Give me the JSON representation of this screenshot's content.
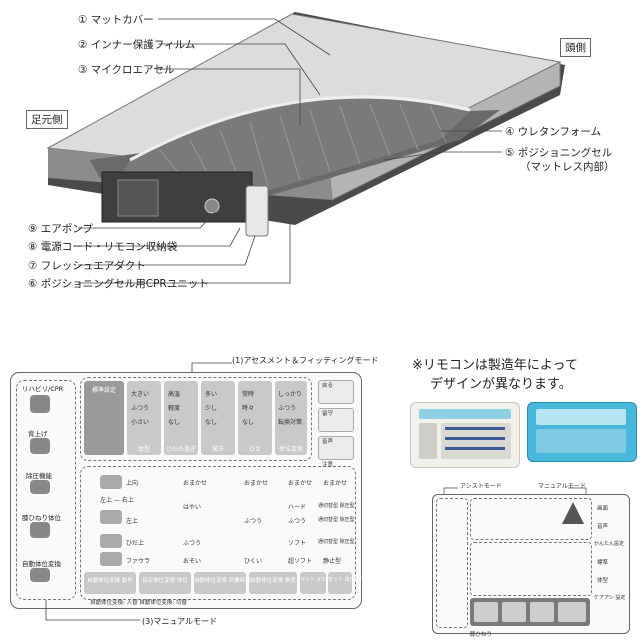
{
  "mattress": {
    "side_head": "頭側",
    "side_foot": "足元側",
    "labels": [
      "① マットカバー",
      "② インナー保護フィルム",
      "③ マイクロエアセル",
      "④ ウレタンフォーム",
      "⑤ ポジショニングセル",
      "（マットレス内部）",
      "⑨ エアポンプ",
      "⑧ 電源コード・リモコン収納袋",
      "⑦ フレッシュエアダクト",
      "⑥ ポジショニングセル用CPRユニット"
    ]
  },
  "remote_diagram": {
    "callout_top": "(1)アセスメント＆フィッティングモード",
    "callout_bottom": "(3)マニュアルモード",
    "left_column": [
      "リハビリ/CPR",
      "背上げ",
      "除圧機能",
      "膝ひねり体位",
      "自動体位変換"
    ],
    "assessment_head": [
      "標準設定",
      "体型",
      "ひだの過ぎ",
      "発汗",
      "ひえ",
      "体位変換"
    ],
    "assessment_rows": [
      [
        "大きい",
        "高温",
        "多い",
        "常時",
        "しっかり"
      ],
      [
        "ふつう",
        "軽度",
        "少し",
        "時々",
        "ふつう"
      ],
      [
        "小さい",
        "なし",
        "なし",
        "なし",
        "転換対策"
      ]
    ],
    "manual_rows": [
      [
        "上向",
        "おまかせ",
        "おまかせ",
        "おまかせ",
        "おまかせ"
      ],
      [
        "左上 — 右上",
        "はやい",
        "",
        "ハード",
        "通切替型 除圧型"
      ],
      [
        "左上",
        "",
        "ふつう",
        "ふつう",
        "通切替型 除圧型"
      ],
      [
        "ひだ上",
        "ふつう",
        "",
        "ソフト",
        "通切替型 除圧型"
      ],
      [
        "ファウラ",
        "おそい",
        "ひくい",
        "超ソフト",
        "静止型"
      ]
    ],
    "manual_footer": [
      "自動体位変換 動作",
      "指定体位変換 体位",
      "自動体位変換 所要時間",
      "自動体位変換 角度",
      "マット かたさ",
      "マット 除圧動作"
    ],
    "small_text": "自動体位変換: 入替    自動体位変換: 切替",
    "right_column": [
      "戻る",
      "留守",
      "音声"
    ],
    "bottom_right": "注意"
  },
  "note": {
    "line1": "※リモコンは製造年によって",
    "line2": "デザインが異なります。"
  },
  "small_diagram": {
    "callout_left": "アシストモード",
    "callout_right": "マニュアルモード",
    "right_items": [
      "画面",
      "音声",
      "かんたん設定",
      "標準",
      "体型",
      "ケアアシ 設定"
    ],
    "bottom_label": "膝ひねり"
  },
  "colors": {
    "remote_white": "#f1f1ec",
    "remote_blue": "#47b7dc",
    "display_teal": "#8fd0e4"
  }
}
